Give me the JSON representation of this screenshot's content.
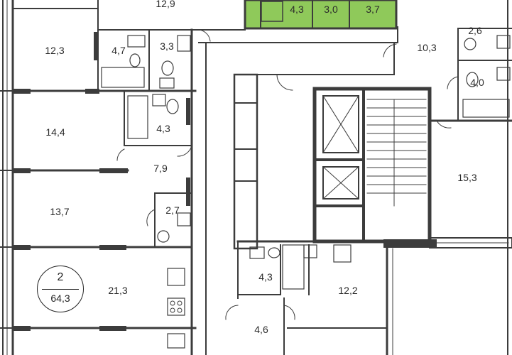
{
  "plan": {
    "highlight_color": "#8fc95a",
    "wall_color": "#3c3c3c",
    "apartment": {
      "number": "2",
      "total_area": "64,3"
    },
    "rooms": [
      {
        "id": "r-top-129",
        "area": "12,9"
      },
      {
        "id": "r-hl-bath",
        "area": "4,3"
      },
      {
        "id": "r-hl-wc",
        "area": "3,0"
      },
      {
        "id": "r-hl-hall",
        "area": "3,7"
      },
      {
        "id": "r-left-123",
        "area": "12,3"
      },
      {
        "id": "r-bath-47",
        "area": "4,7"
      },
      {
        "id": "r-wc-33",
        "area": "3,3"
      },
      {
        "id": "r-left-144",
        "area": "14,4"
      },
      {
        "id": "r-bath-43a",
        "area": "4,3"
      },
      {
        "id": "r-hall-79",
        "area": "7,9"
      },
      {
        "id": "r-left-137",
        "area": "13,7"
      },
      {
        "id": "r-wc-27",
        "area": "2,7"
      },
      {
        "id": "r-living-213",
        "area": "21,3"
      },
      {
        "id": "r-right-103",
        "area": "10,3"
      },
      {
        "id": "r-wc-26",
        "area": "2,6"
      },
      {
        "id": "r-bath-40",
        "area": "4,0"
      },
      {
        "id": "r-right-153",
        "area": "15,3"
      },
      {
        "id": "r-bath-43b",
        "area": "4,3"
      },
      {
        "id": "r-kitchen-122",
        "area": "12,2"
      },
      {
        "id": "r-hall-46",
        "area": "4,6"
      }
    ]
  }
}
